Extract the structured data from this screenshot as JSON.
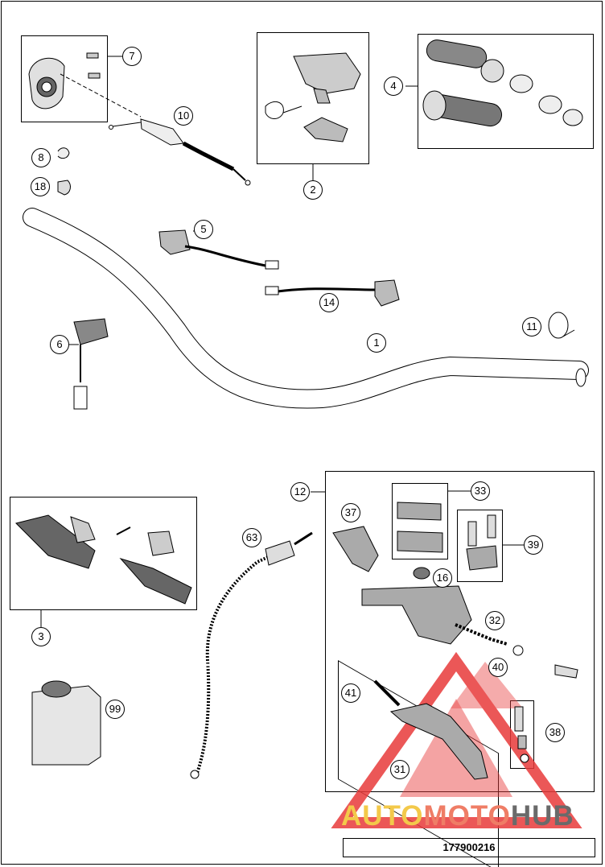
{
  "callouts": [
    {
      "id": "c1",
      "label": "1"
    },
    {
      "id": "c2",
      "label": "2"
    },
    {
      "id": "c3",
      "label": "3"
    },
    {
      "id": "c4",
      "label": "4"
    },
    {
      "id": "c5",
      "label": "5"
    },
    {
      "id": "c6",
      "label": "6"
    },
    {
      "id": "c7",
      "label": "7"
    },
    {
      "id": "c8",
      "label": "8"
    },
    {
      "id": "c10",
      "label": "10"
    },
    {
      "id": "c11",
      "label": "11"
    },
    {
      "id": "c12",
      "label": "12"
    },
    {
      "id": "c14",
      "label": "14"
    },
    {
      "id": "c16",
      "label": "16"
    },
    {
      "id": "c18",
      "label": "18"
    },
    {
      "id": "c31",
      "label": "31"
    },
    {
      "id": "c32",
      "label": "32"
    },
    {
      "id": "c33",
      "label": "33"
    },
    {
      "id": "c37",
      "label": "37"
    },
    {
      "id": "c38",
      "label": "38"
    },
    {
      "id": "c39",
      "label": "39"
    },
    {
      "id": "c40",
      "label": "40"
    },
    {
      "id": "c41",
      "label": "41"
    },
    {
      "id": "c63",
      "label": "63"
    },
    {
      "id": "c99",
      "label": "99"
    }
  ],
  "part_number": "177900216",
  "watermark": {
    "part1": "AUTO",
    "part2": "MOTO",
    "part3": "HUB"
  },
  "colors": {
    "line": "#000000",
    "part_fill": "#e6e6e6",
    "part_dark": "#555555",
    "watermark_red": "#e83a3a",
    "watermark_yellow": "#f3c94a",
    "watermark_salmon": "#ef7d66",
    "watermark_gray": "#6a6a6a"
  }
}
